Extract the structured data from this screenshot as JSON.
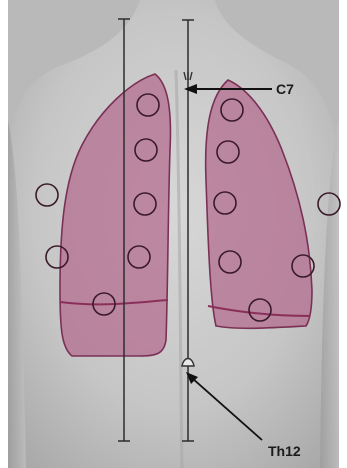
{
  "annotations": {
    "upper_label": "C7",
    "lower_label": "Th12"
  },
  "colors": {
    "background": "#ffffff",
    "skin": "#c9c9c9",
    "lung_fill": "#b3698c",
    "lung_fill_opacity": 0.72,
    "lung_outline": "#7a3155",
    "lower_lobe_line": "#8a2f5a",
    "marker_stroke": "#3a1a2a",
    "guide_line": "#2d2d2d"
  }
}
